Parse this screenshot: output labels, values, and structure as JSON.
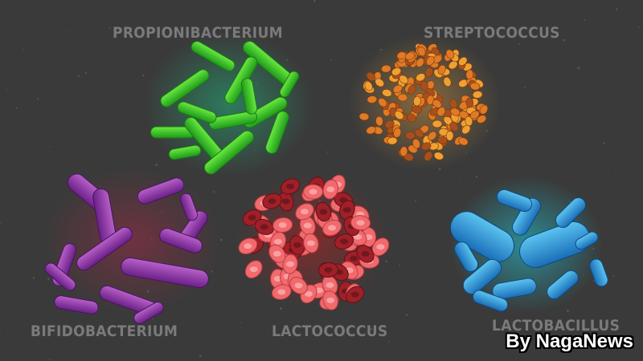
{
  "labels": {
    "propionibacterium": "PROPIONIBACTERIUM",
    "streptococcus": "STREPTOCOCCUS",
    "bifidobacterium": "BIFIDOBACTERIUM",
    "lactococcus": "LACTOCOCCUS",
    "lactobacillus": "LACTOBACILLUS"
  },
  "credit": "By NagaNews",
  "colors": {
    "background": "#3a3a3a",
    "label": "#7a7a7a",
    "propionibacterium": "#3ccc2a",
    "streptococcus": "#e8902a",
    "bifidobacterium": "#8a3aa8",
    "lactococcus": "#e84850",
    "lactobacillus": "#2a9ad8"
  }
}
